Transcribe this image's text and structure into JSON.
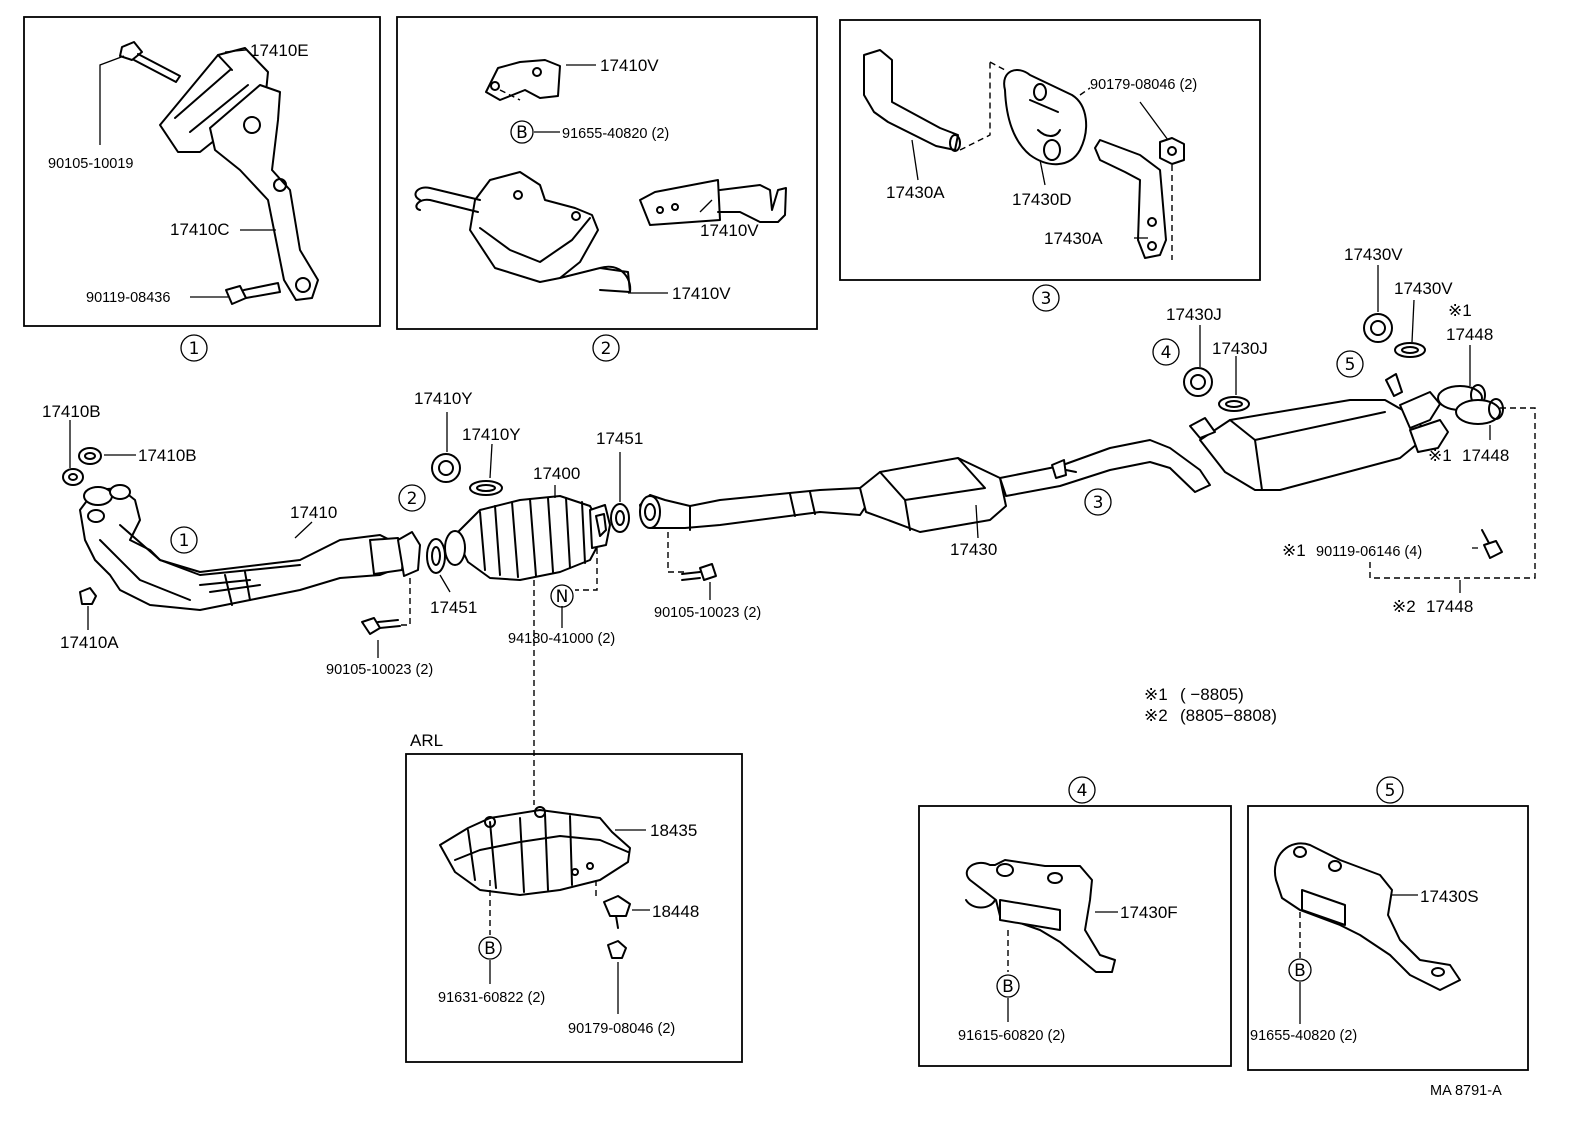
{
  "labels": {
    "p17410E": "17410E",
    "p90105_10019": "90105-10019",
    "p17410C": "17410C",
    "p90119_08436": "90119-08436",
    "p17410V_a": "17410V",
    "p91655_40820_a": "91655-40820 (2)",
    "p17410V_b": "17410V",
    "p17410V_c": "17410V",
    "p17430A_a": "17430A",
    "p17430D": "17430D",
    "p90179_08046_a": "90179-08046 (2)",
    "p17430A_b": "17430A",
    "p17410B_a": "17410B",
    "p17410B_b": "17410B",
    "p17410A": "17410A",
    "p17410": "17410",
    "p17410Y_a": "17410Y",
    "p17410Y_b": "17410Y",
    "p17400": "17400",
    "p17451_a": "17451",
    "p17451_b": "17451",
    "p90105_10023_a": "90105-10023 (2)",
    "p94180_41000": "94180-41000 (2)",
    "p90105_10023_b": "90105-10023 (2)",
    "p17430": "17430",
    "p17430J_a": "17430J",
    "p17430J_b": "17430J",
    "p17430V_a": "17430V",
    "p17430V_b": "17430V",
    "p17448_a": "17448",
    "p17448_b": "17448",
    "p17448_c": "17448",
    "p90119_06146": "90119-06146 (4)",
    "arl": "ARL",
    "p18435": "18435",
    "p18448": "18448",
    "p91631_60822": "91631-60822 (2)",
    "p90179_08046_b": "90179-08046 (2)",
    "p17430F": "17430F",
    "p91615_60820": "91615-60820 (2)",
    "p17430S": "17430S",
    "p91655_40820_b": "91655-40820 (2)",
    "note1_mark": "※1",
    "note2_mark": "※2",
    "note1_range": "(        −8805)",
    "note2_range": "(8805−8808)",
    "ref_code": "MA  8791-A"
  },
  "callouts": {
    "c1": "1",
    "c2": "2",
    "c3": "3",
    "c4": "4",
    "c5": "5",
    "b": "B",
    "n": "N",
    "mark1": "※1",
    "mark2": "※2"
  }
}
